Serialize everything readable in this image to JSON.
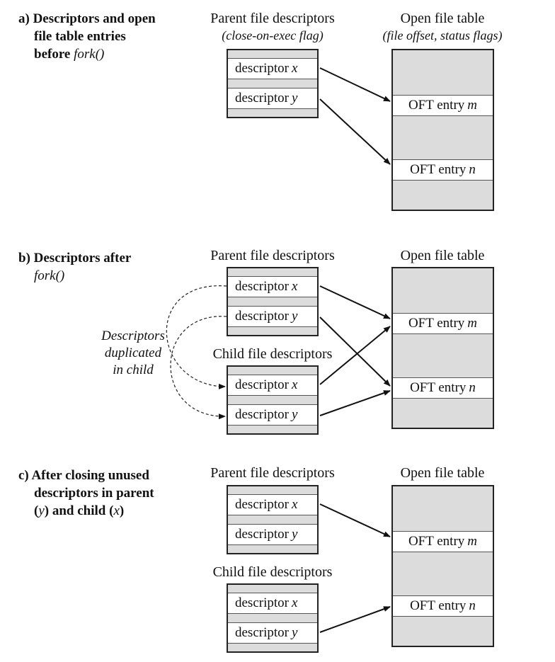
{
  "panel_a": {
    "label_l1": "a) Descriptors and open",
    "label_l2": "file table entries",
    "label_l3_pre": "before ",
    "label_l3_em": "fork()",
    "parent_heading": "Parent file descriptors",
    "parent_sub": "(close-on-exec flag)",
    "oft_heading": "Open file table",
    "oft_sub": "(file offset, status flags)",
    "desc_x": "descriptor",
    "desc_x_var": "x",
    "desc_y": "descriptor",
    "desc_y_var": "y",
    "oft_m": "OFT entry",
    "oft_m_var": "m",
    "oft_n": "OFT entry",
    "oft_n_var": "n"
  },
  "panel_b": {
    "label_l1": "b) Descriptors after",
    "label_l2_em": "fork()",
    "parent_heading": "Parent file descriptors",
    "child_heading": "Child file descriptors",
    "oft_heading": "Open file table",
    "dup_l1": "Descriptors",
    "dup_l2": "duplicated",
    "dup_l3": "in child",
    "desc_x": "descriptor",
    "desc_x_var": "x",
    "desc_y": "descriptor",
    "desc_y_var": "y",
    "oft_m": "OFT entry",
    "oft_m_var": "m",
    "oft_n": "OFT entry",
    "oft_n_var": "n"
  },
  "panel_c": {
    "label_l1": "c) After closing unused",
    "label_l2": "descriptors in parent",
    "label_l3_a": "(",
    "label_l3_y": "y",
    "label_l3_b": ") and child (",
    "label_l3_x": "x",
    "label_l3_c": ")",
    "parent_heading": "Parent file descriptors",
    "child_heading": "Child file descriptors",
    "oft_heading": "Open file table",
    "desc_x": "descriptor",
    "desc_x_var": "x",
    "desc_y": "descriptor",
    "desc_y_var": "y",
    "oft_m": "OFT entry",
    "oft_m_var": "m",
    "oft_n": "OFT entry",
    "oft_n_var": "n"
  }
}
